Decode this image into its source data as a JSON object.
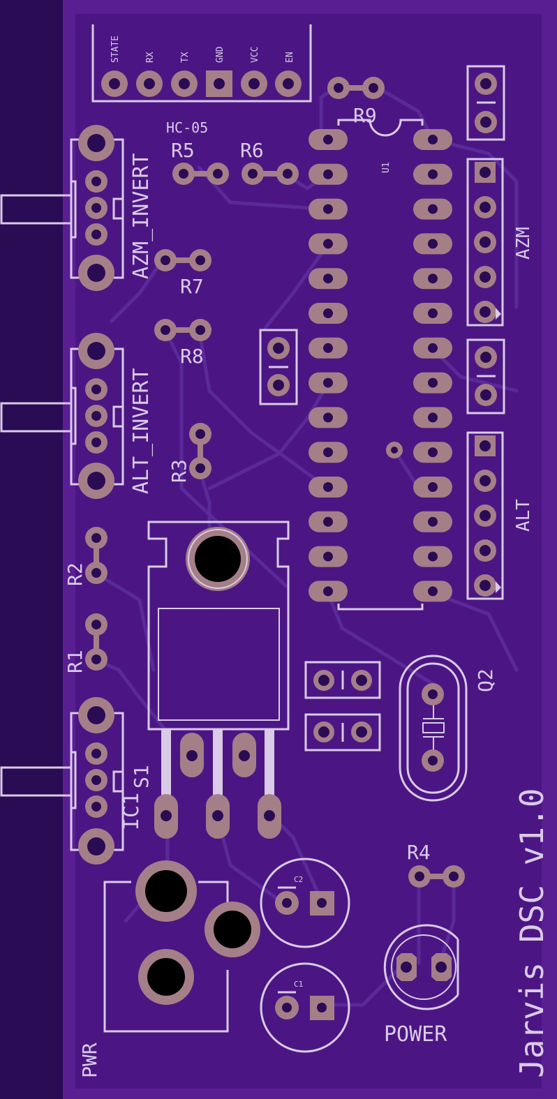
{
  "colors": {
    "outer_bg": "#2a0c55",
    "board": "#5a1e93",
    "board_inner": "#4b1683",
    "silkscreen": "#d9cbe8",
    "pad": "#a57f88",
    "drill": "#000000"
  },
  "labels": {
    "hc05_pins": [
      "STATE",
      "RX",
      "TX",
      "GND",
      "VCC",
      "EN"
    ],
    "hc05": "HC-05",
    "r1": "R1",
    "r2": "R2",
    "r3": "R3",
    "r4": "R4",
    "r5": "R5",
    "r6": "R6",
    "r7": "R7",
    "r8": "R8",
    "r9": "R9",
    "u1": "U1",
    "azm_invert": "AZM_INVERT",
    "alt_invert": "ALT_INVERT",
    "azm": "AZM",
    "alt": "ALT",
    "q2": "Q2",
    "ic1": "IC1",
    "s1": "S1",
    "c1": "C1",
    "c2": "C2",
    "pwr": "PWR",
    "power": "POWER",
    "title": "Jarvis DSC v1.0"
  }
}
